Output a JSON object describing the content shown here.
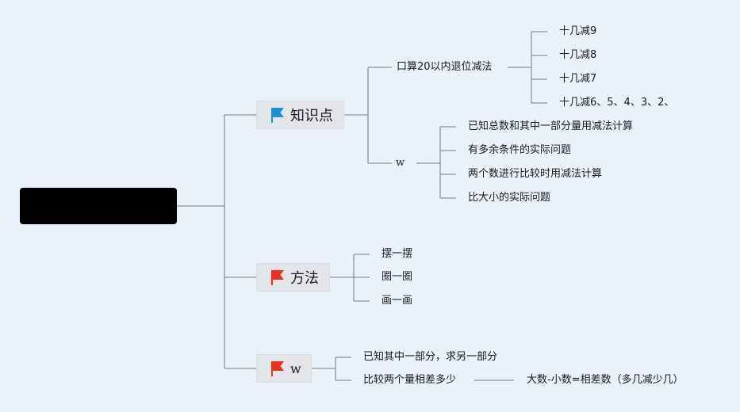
{
  "mindmap": {
    "branches": [
      {
        "label": "知识点",
        "flag_color": "#1c8fd8",
        "children": [
          {
            "label": "口算20以内退位减法",
            "children": [
              "十几减9",
              "十几减8",
              "十几减7",
              "十几减6、5、4、3、2、"
            ]
          },
          {
            "label": "w",
            "children": [
              "已知总数和其中一部分量用减法计算",
              "有多余条件的实际问题",
              "两个数进行比较时用减法计算",
              "比大小的实际问题"
            ]
          }
        ]
      },
      {
        "label": "方法",
        "flag_color": "#e8311e",
        "children": [
          {
            "label": "摆一摆"
          },
          {
            "label": "圈一圈"
          },
          {
            "label": "画一画"
          }
        ]
      },
      {
        "label": "w",
        "flag_color": "#e8311e",
        "children": [
          {
            "label": "已知其中一部分，求另一部分"
          },
          {
            "label": "比较两个量相差多少",
            "children": [
              "大数-小数=相差数（多几减少几）"
            ]
          }
        ]
      }
    ],
    "line_color": "#8e9296"
  }
}
